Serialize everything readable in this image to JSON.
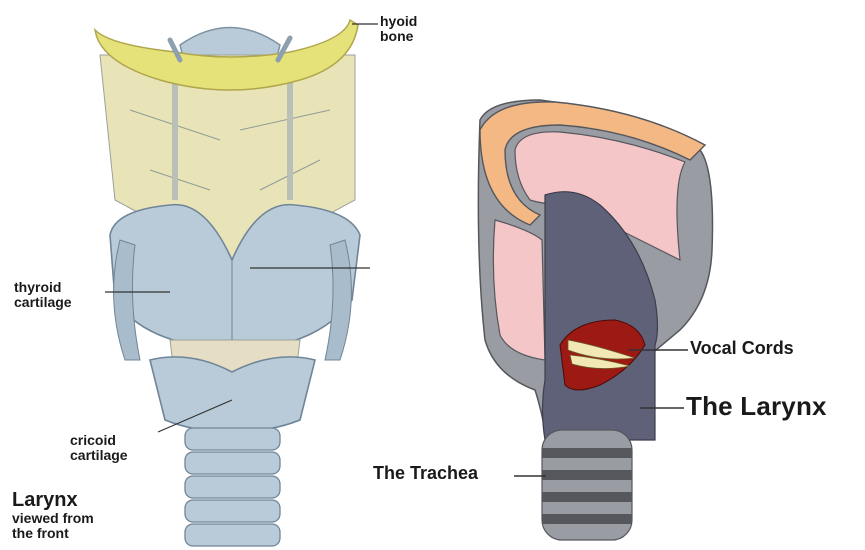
{
  "left_figure": {
    "hyoid_label_line1": "hyoid",
    "hyoid_label_line2": "bone",
    "thyroid_label_line1": "thyroid",
    "thyroid_label_line2": "cartilage",
    "cricoid_label_line1": "cricoid",
    "cricoid_label_line2": "cartilage",
    "caption_title": "Larynx",
    "caption_line1": "viewed from",
    "caption_line2": "the front"
  },
  "right_figure": {
    "vocal_cords_label": "Vocal Cords",
    "larynx_label": "The Larynx",
    "trachea_label": "The Trachea"
  },
  "colors": {
    "hyoid": "#e6e27a",
    "cartilage_blue": "#b9cbd8",
    "membrane_yellow": "#e9e4b8",
    "diagram_gray": "#9a9ca4",
    "diagram_dark": "#5e6178",
    "diagram_pink": "#f4c6c8",
    "diagram_orange": "#f3b883",
    "vocal_red": "#9d1a14",
    "vocal_cream": "#f2e8b6"
  }
}
